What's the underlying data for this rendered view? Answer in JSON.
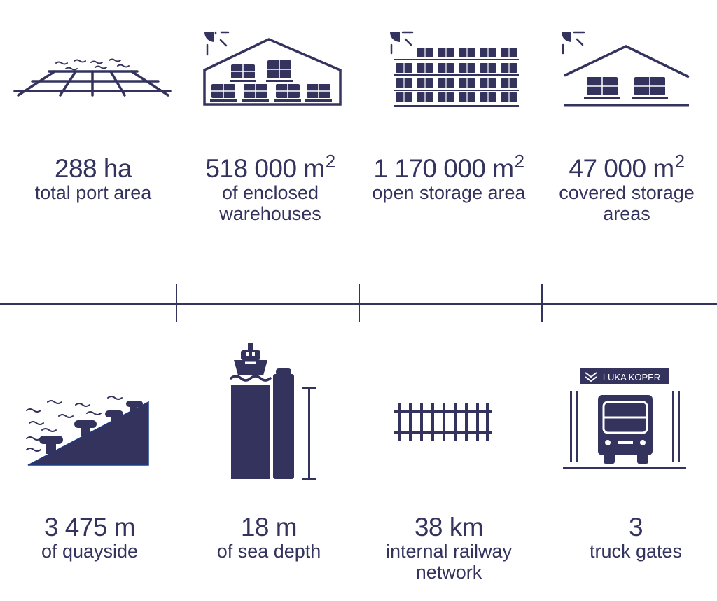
{
  "top_stats": [
    {
      "value": "288 ha",
      "sup": "",
      "label_lines": [
        "total port area"
      ],
      "icon": "port-grid-icon"
    },
    {
      "value": "518 000 m",
      "sup": "2",
      "label_lines": [
        "of enclosed",
        "warehouses"
      ],
      "icon": "enclosed-warehouse-icon"
    },
    {
      "value": "1 170 000 m",
      "sup": "2",
      "label_lines": [
        "open storage area"
      ],
      "icon": "open-storage-icon"
    },
    {
      "value": "47 000 m",
      "sup": "2",
      "label_lines": [
        "covered storage",
        "areas"
      ],
      "icon": "covered-storage-icon"
    }
  ],
  "bottom_stats": [
    {
      "value": "3 475 m",
      "label_lines": [
        "of quayside"
      ],
      "icon": "quayside-icon"
    },
    {
      "value": "18 m",
      "label_lines": [
        "of sea depth"
      ],
      "icon": "sea-depth-icon"
    },
    {
      "value": "38 km",
      "label_lines": [
        "internal railway",
        "network"
      ],
      "icon": "railway-icon"
    },
    {
      "value": "3",
      "label_lines": [
        "truck gates"
      ],
      "icon": "truck-gate-icon"
    }
  ],
  "truck_gate_sign": "LUKA KOPER",
  "colors": {
    "primary": "#33335e",
    "background": "#ffffff"
  }
}
